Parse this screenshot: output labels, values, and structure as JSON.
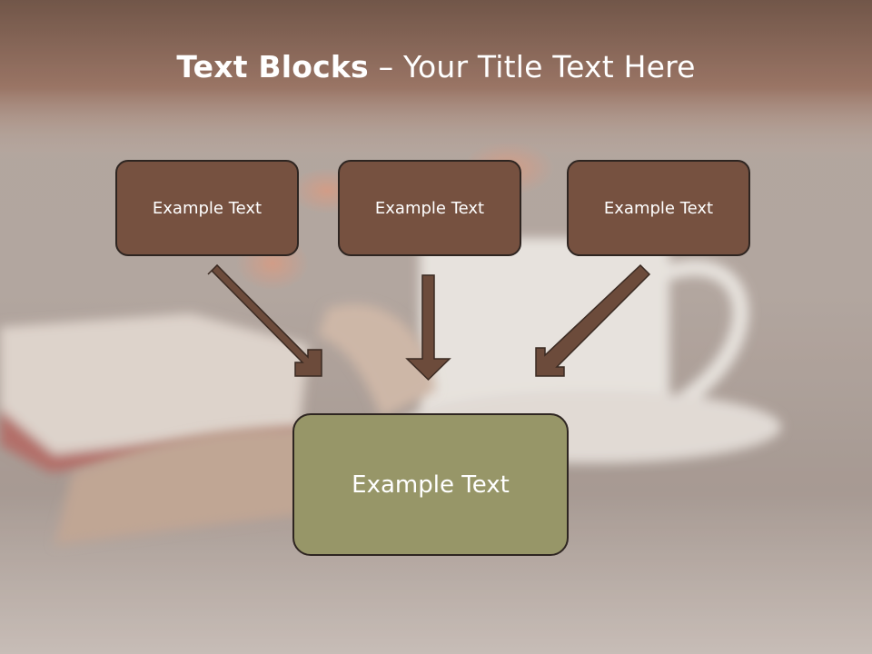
{
  "slide": {
    "title_bold": "Text Blocks",
    "title_rest": " – Your Title Text Here",
    "blocks": [
      {
        "label": "Example Text"
      },
      {
        "label": "Example Text"
      },
      {
        "label": "Example Text"
      }
    ],
    "main_block": {
      "label": "Example Text"
    }
  },
  "colors": {
    "header": "#7a5543",
    "block": "#765140",
    "main_block": "#979668",
    "arrow": "#6c4b3b",
    "border": "#2e2521"
  },
  "icons": [
    "arrow-down-right-icon",
    "arrow-down-icon",
    "arrow-down-left-icon"
  ]
}
